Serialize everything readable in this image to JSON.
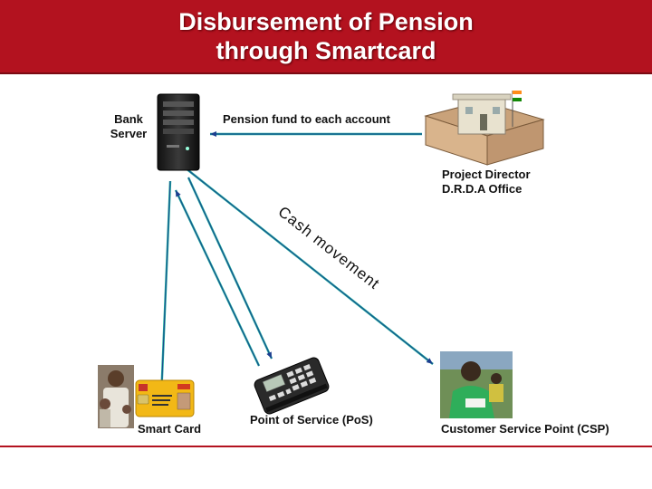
{
  "title": {
    "line1": "Disbursement of Pension",
    "line2": "through Smartcard"
  },
  "nodes": {
    "bank_server": {
      "line1": "Bank",
      "line2": "Server",
      "icon": "server-icon"
    },
    "drda_office": {
      "line1": "Project Director",
      "line2": "D.R.D.A Office",
      "icon": "office-building-icon"
    },
    "smart_card": {
      "label": "Smart Card",
      "icon": "smart-card-icon"
    },
    "pos": {
      "label": "Point of Service (PoS)",
      "icon": "pos-terminal-icon"
    },
    "csp": {
      "label": "Customer Service Point (CSP)",
      "icon": "customer-photo-icon"
    }
  },
  "edges": {
    "pension_fund": "Pension fund to each account",
    "cash_movement": "Cash movement"
  },
  "colors": {
    "title_bg": "#b3121f",
    "arrow_teal": "#1aa99a",
    "arrow_blue": "#1c3f8f"
  }
}
